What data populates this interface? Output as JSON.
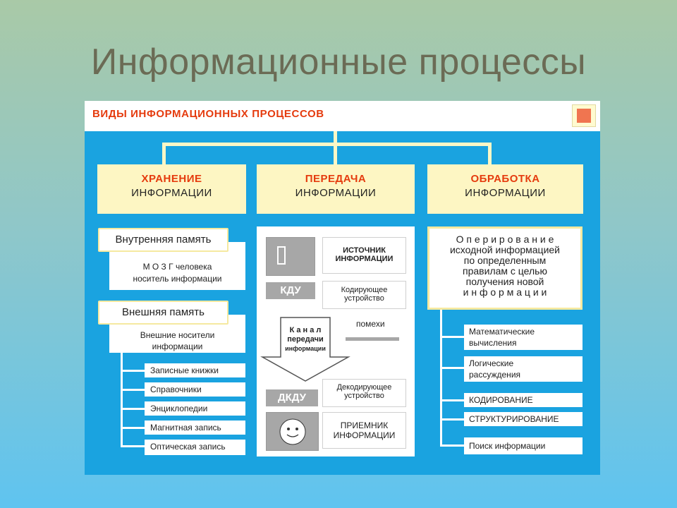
{
  "slide_title": "Информационные процессы",
  "header": {
    "title": "ВИДЫ  ИНФОРМАЦИОННЫХ  ПРОЦЕССОВ",
    "corner_icon": ""
  },
  "categories": {
    "storage": {
      "line1": "ХРАНЕНИЕ",
      "line2": "ИНФОРМАЦИИ"
    },
    "transfer": {
      "line1": "ПЕРЕДАЧА",
      "line2": "ИНФОРМАЦИИ"
    },
    "processing": {
      "line1": "ОБРАБОТКА",
      "line2": "ИНФОРМАЦИИ"
    }
  },
  "storage": {
    "internal_label": "Внутренняя  память",
    "internal_desc_1": "М  О  З  Г   человека",
    "internal_desc_2": "носитель  информации",
    "external_label": "Внешняя  память",
    "external_desc_1": "Внешние  носители",
    "external_desc_2": "информации",
    "items": [
      "Записные  книжки",
      "Справочники",
      "Энциклопедии",
      "Магнитная  запись",
      "Оптическая  запись"
    ]
  },
  "transfer": {
    "source_line1": "ИСТОЧНИК",
    "source_line2": "ИНФОРМАЦИИ",
    "kdu": "КДУ",
    "encoder_line1": "Кодирующее",
    "encoder_line2": "устройство",
    "channel_line1": "К а н а л",
    "channel_line2": "передачи",
    "channel_line3": "информации",
    "noise": "помехи",
    "dkdu": "ДКДУ",
    "decoder_line1": "Декодирующее",
    "decoder_line2": "устройство",
    "receiver_line1": "ПРИЕМНИК",
    "receiver_line2": "ИНФОРМАЦИИ"
  },
  "processing": {
    "desc_lines": [
      "О п е р и р о в а н и е",
      "исходной   информацией",
      "по    определенным",
      "правилам     с     целью",
      "получения         новой",
      "и н ф о р м а ц и и"
    ],
    "items": [
      {
        "line1": "Математические",
        "line2": "вычисления"
      },
      {
        "line1": "Логические",
        "line2": "рассуждения"
      },
      {
        "line1": "КОДИРОВАНИЕ",
        "line2": ""
      },
      {
        "line1": "СТРУКТУРИРОВАНИЕ",
        "line2": ""
      },
      {
        "line1": "Поиск  информации",
        "line2": ""
      }
    ]
  },
  "colors": {
    "accent": "#e53b0e",
    "panel": "#1aa3e0",
    "box": "#fdf6c3"
  }
}
